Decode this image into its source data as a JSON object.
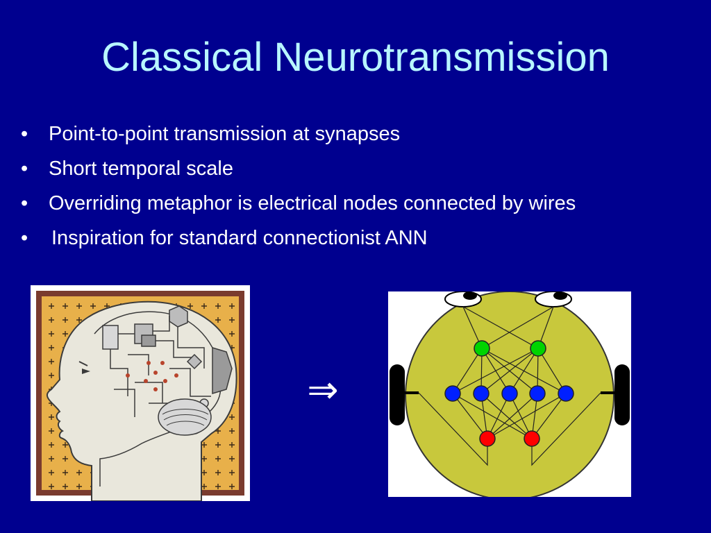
{
  "slide": {
    "title": "Classical Neurotransmission",
    "bullet_glyph": "•",
    "bullets": [
      "Point-to-point transmission at synapses",
      "Short temporal scale",
      "Overriding metaphor is electrical nodes connected by wires",
      "Inspiration for standard connectionist ANN"
    ],
    "arrow_glyph": "⇒",
    "colors": {
      "background": "#00008f",
      "title": "#b8f6ff",
      "text": "#ffffff",
      "robot_body": "#c8c83c",
      "input_nodes": "#00d400",
      "hidden_nodes": "#0020ff",
      "output_nodes": "#ff0000"
    },
    "icons": {
      "left_figure": "head-with-circuit-brain-icon",
      "right_figure": "robot-neural-network-icon"
    }
  }
}
